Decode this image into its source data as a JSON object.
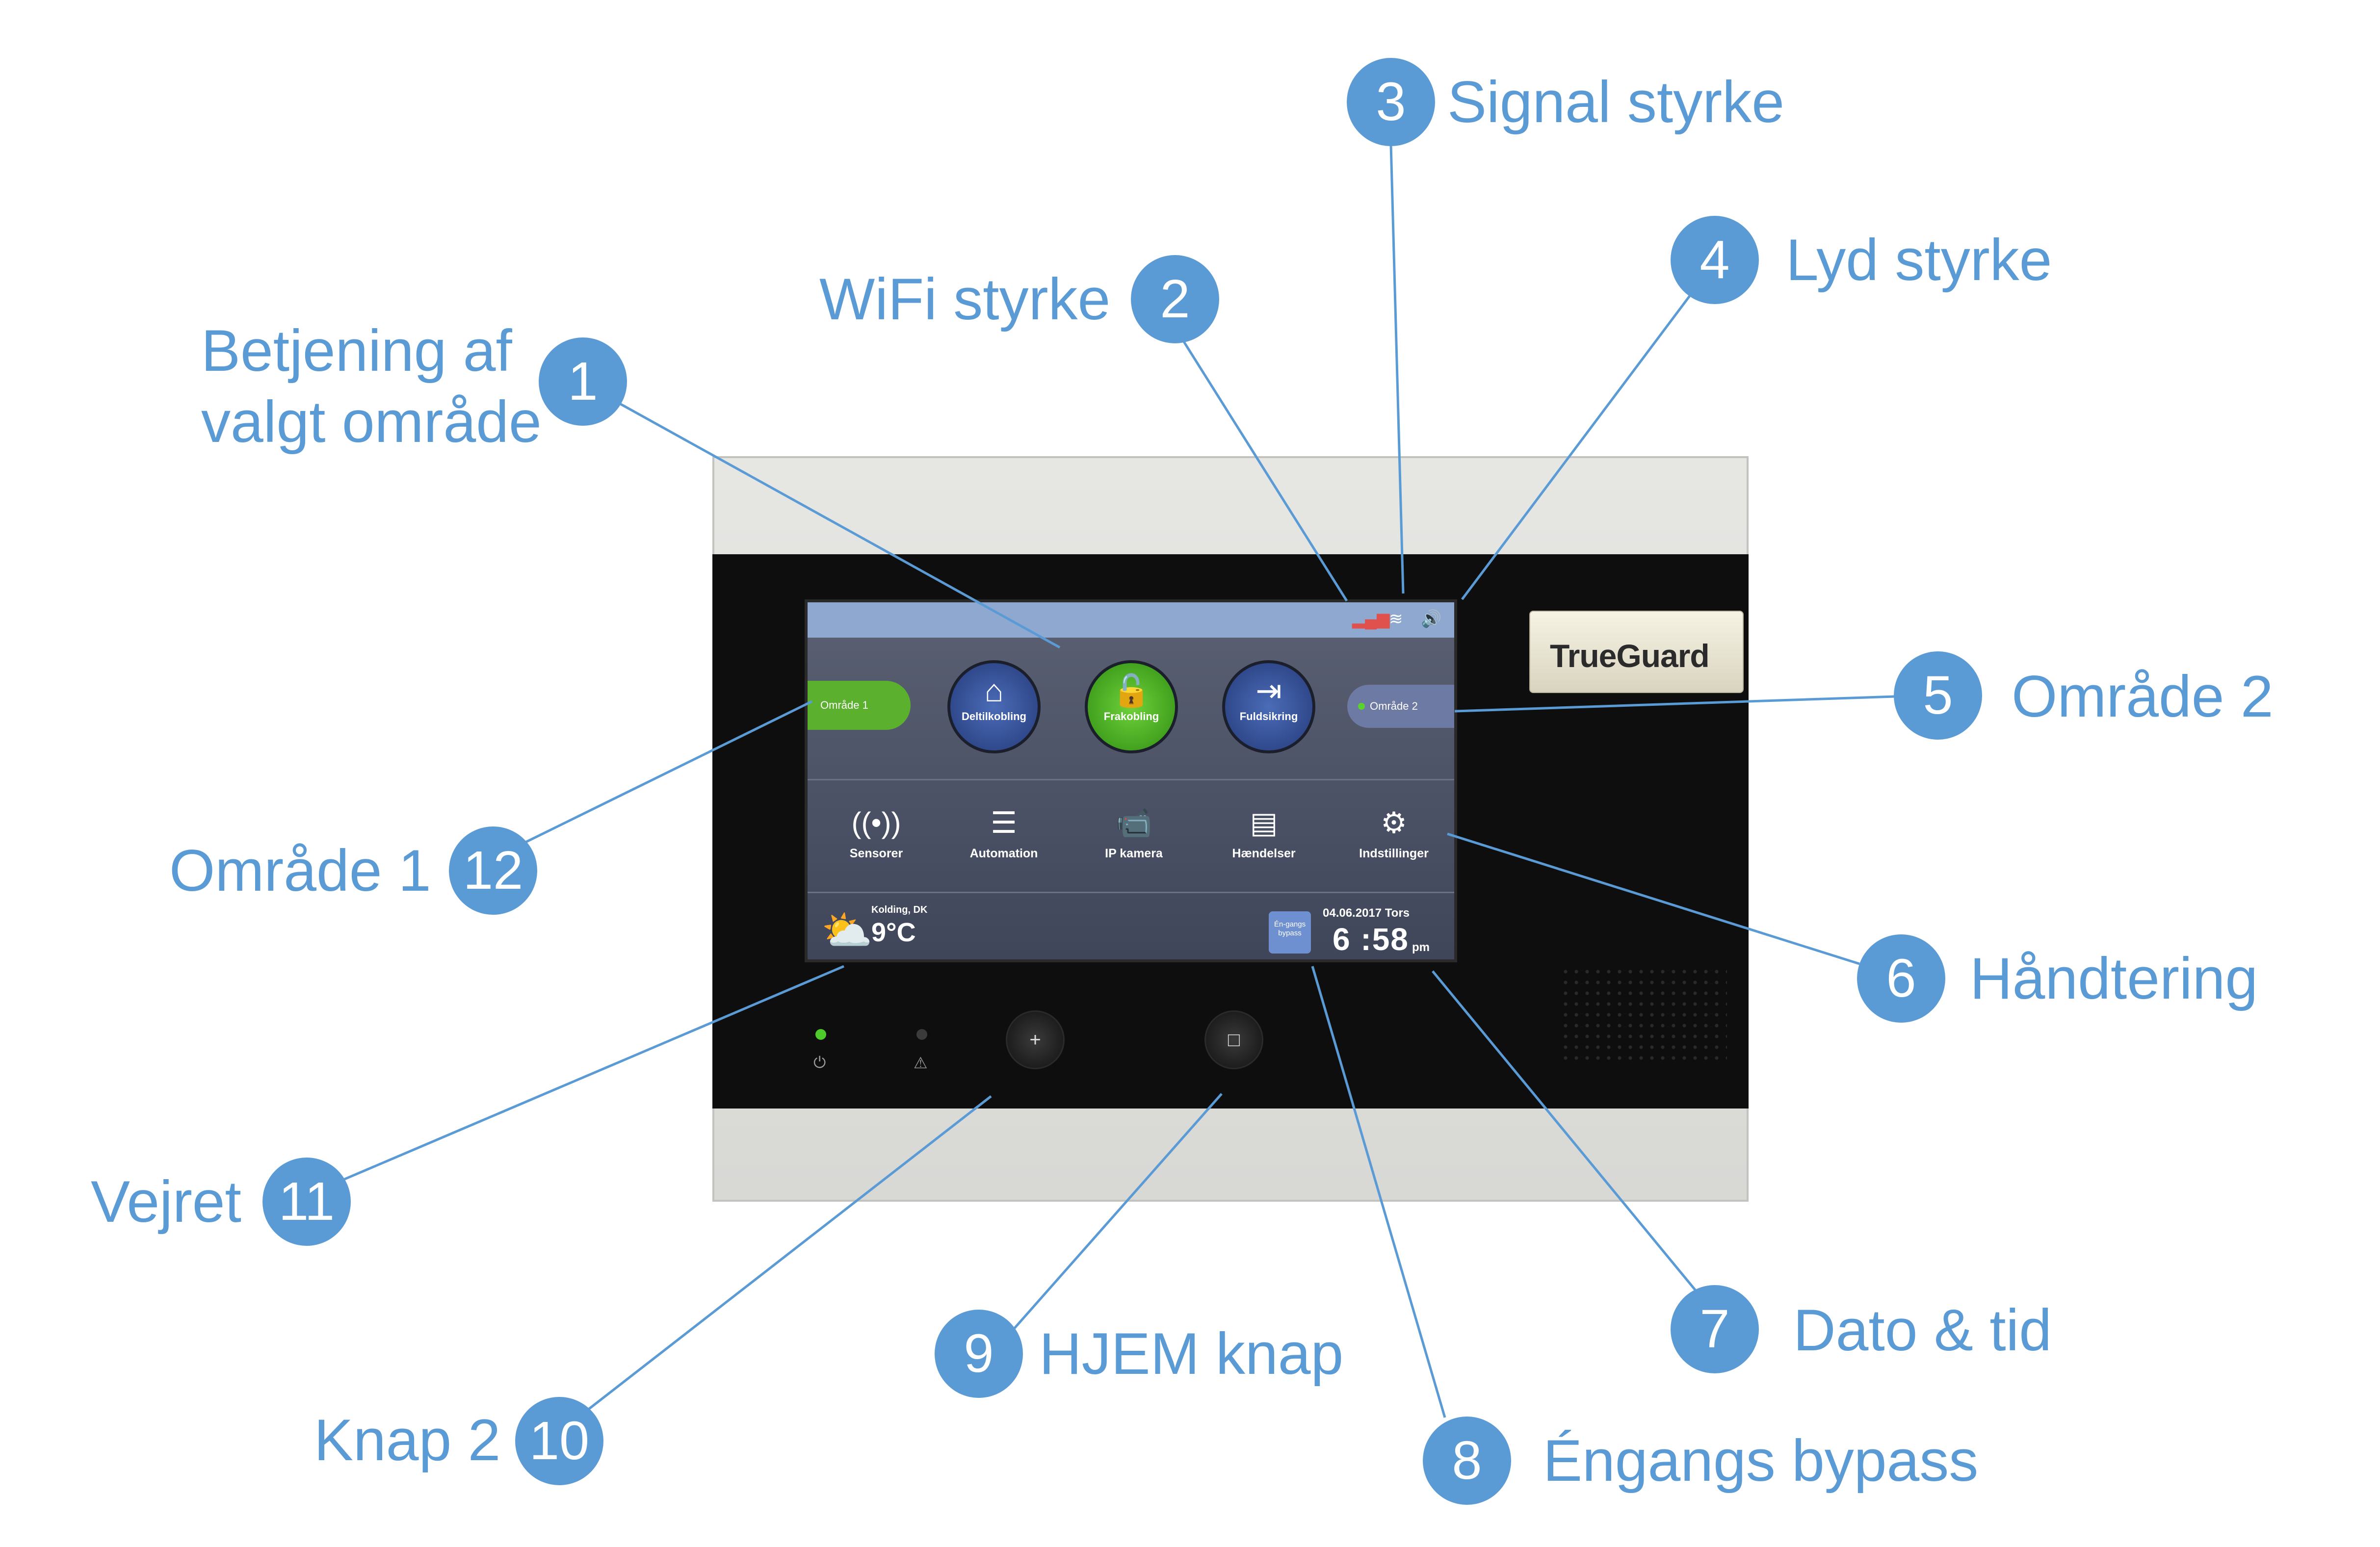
{
  "device": {
    "brand": "TrueGuard",
    "zone_left_label": "Område 1",
    "zone_right_label": "Område 2",
    "modes": [
      {
        "label": "Deltilkobling",
        "icon": "house-icon"
      },
      {
        "label": "Frakobling",
        "icon": "unlocked-padlock-icon"
      },
      {
        "label": "Fuldsikring",
        "icon": "door-exit-icon"
      }
    ],
    "tools": [
      {
        "label": "Sensorer",
        "icon": "sensor-wave-icon"
      },
      {
        "label": "Automation",
        "icon": "sliders-icon"
      },
      {
        "label": "IP kamera",
        "icon": "camera-icon"
      },
      {
        "label": "Hændelser",
        "icon": "list-icon"
      },
      {
        "label": "Indstillinger",
        "icon": "gear-icon"
      }
    ],
    "weather_city": "Kolding, DK",
    "weather_temp": "9°C",
    "bypass_label": "Én-gangs bypass",
    "date": "04.06.2017 Tors",
    "time": "6 :58",
    "time_suffix": "pm",
    "status_icons": [
      "signal-icon",
      "wifi-icon",
      "speaker-icon"
    ],
    "colors": {
      "accent": "#5b9bd5",
      "active_green": "#5bb02e",
      "status_bar": "#8ea8cf"
    }
  },
  "callouts": [
    {
      "number": "1",
      "label_line1": "Betjening af",
      "label_line2": "valgt område"
    },
    {
      "number": "2",
      "label": "WiFi styrke"
    },
    {
      "number": "3",
      "label": "Signal styrke"
    },
    {
      "number": "4",
      "label": "Lyd styrke"
    },
    {
      "number": "5",
      "label": "Område 2"
    },
    {
      "number": "6",
      "label": "Håndtering"
    },
    {
      "number": "7",
      "label": "Dato & tid"
    },
    {
      "number": "8",
      "label": "Éngangs bypass"
    },
    {
      "number": "9",
      "label": "HJEM knap"
    },
    {
      "number": "10",
      "label": "Knap 2"
    },
    {
      "number": "11",
      "label": "Vejret"
    },
    {
      "number": "12",
      "label": "Område 1"
    }
  ]
}
